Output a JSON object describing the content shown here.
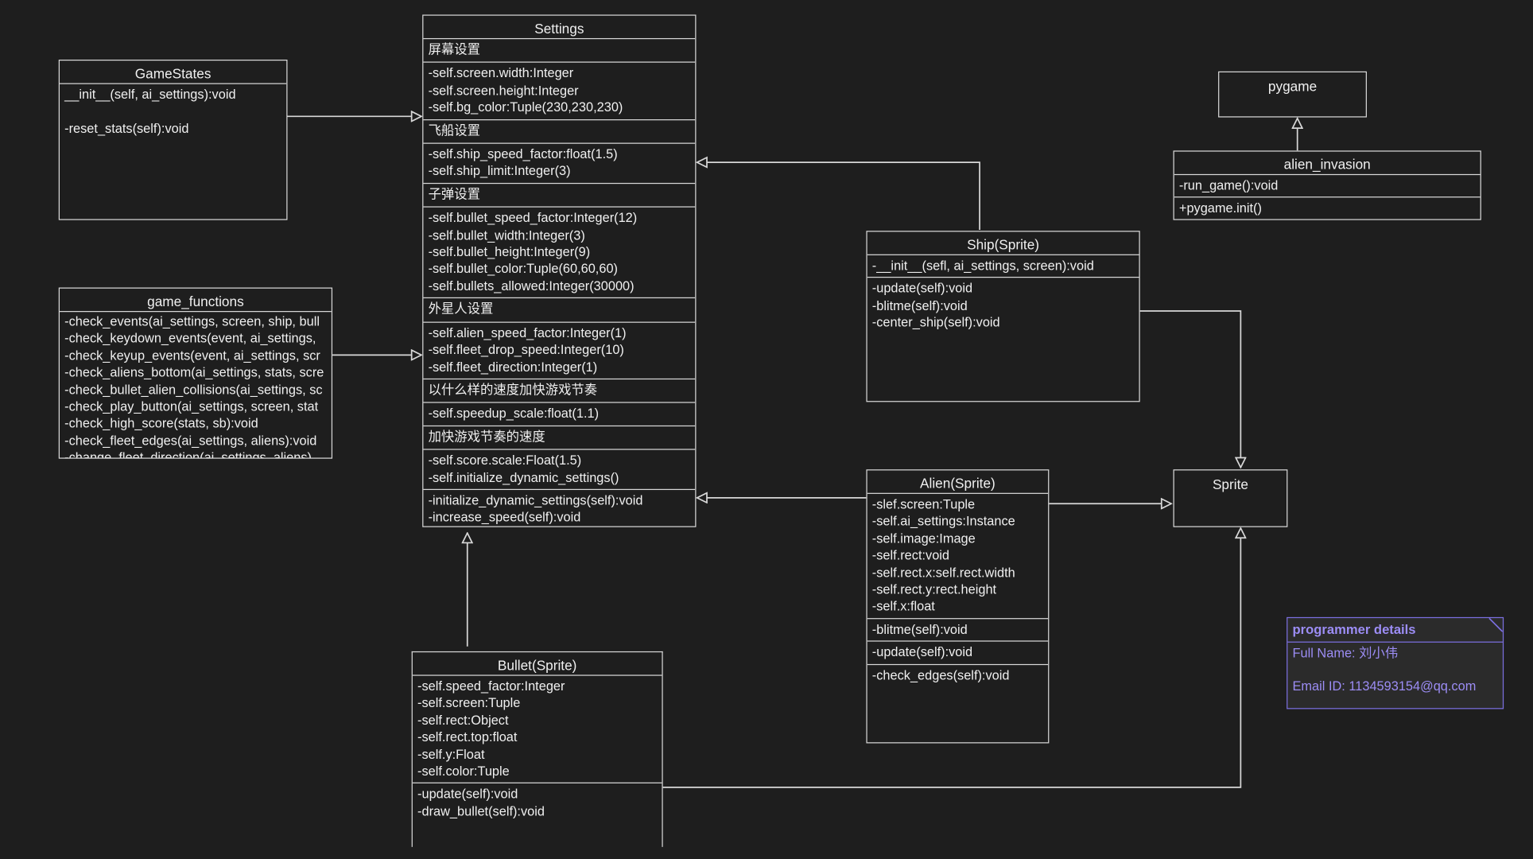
{
  "settings": {
    "title": "Settings",
    "sections": [
      {
        "header": "屏幕设置"
      },
      {
        "lines": [
          "-self.screen.width:Integer",
          "-self.screen.height:Integer",
          "-self.bg_color:Tuple(230,230,230)"
        ]
      },
      {
        "header": "飞船设置"
      },
      {
        "lines": [
          "-self.ship_speed_factor:float(1.5)",
          "-self.ship_limit:Integer(3)"
        ]
      },
      {
        "header": "子弹设置"
      },
      {
        "lines": [
          "-self.bullet_speed_factor:Integer(12)",
          "-self.bullet_width:Integer(3)",
          "-self.bullet_height:Integer(9)",
          "-self.bullet_color:Tuple(60,60,60)",
          "-self.bullets_allowed:Integer(30000)"
        ]
      },
      {
        "header": "外星人设置"
      },
      {
        "lines": [
          "-self.alien_speed_factor:Integer(1)",
          "-self.fleet_drop_speed:Integer(10)",
          "-self.fleet_direction:Integer(1)"
        ]
      },
      {
        "header": "以什么样的速度加快游戏节奏"
      },
      {
        "lines": [
          "-self.speedup_scale:float(1.1)"
        ]
      },
      {
        "header": "加快游戏节奏的速度"
      },
      {
        "lines": [
          "-self.score.scale:Float(1.5)",
          "-self.initialize_dynamic_settings()"
        ]
      },
      {
        "lines": [
          "-initialize_dynamic_settings(self):void",
          "-increase_speed(self):void"
        ]
      }
    ]
  },
  "gamestates": {
    "title": "GameStates",
    "lines": [
      "__init__(self, ai_settings):void",
      "",
      "-reset_stats(self):void"
    ]
  },
  "game_functions": {
    "title": "game_functions",
    "lines": [
      "-check_events(ai_settings, screen, ship, bull",
      "-check_keydown_events(event, ai_settings,",
      "-check_keyup_events(event, ai_settings, scr",
      "-check_aliens_bottom(ai_settings, stats, scre",
      "-check_bullet_alien_collisions(ai_settings, sc",
      "-check_play_button(ai_settings, screen, stat",
      "-check_high_score(stats,  sb):void",
      "-check_fleet_edges(ai_settings, aliens):void",
      "-change_fleet_direction(ai_settings, aliens)"
    ]
  },
  "ship": {
    "title": "Ship(Sprite)",
    "sections": [
      {
        "lines": [
          "-__init__(sefl, ai_settings, screen):void"
        ]
      },
      {
        "lines": [
          "-update(self):void",
          "-blitme(self):void",
          "-center_ship(self):void"
        ]
      }
    ]
  },
  "alien": {
    "title": "Alien(Sprite)",
    "sections": [
      {
        "lines": [
          "-slef.screen:Tuple",
          "-self.ai_settings:Instance",
          "-self.image:Image",
          "-self.rect:void",
          "-self.rect.x:self.rect.width",
          "-self.rect.y:rect.height",
          "-self.x:float"
        ]
      },
      {
        "lines": [
          "-blitme(self):void"
        ]
      },
      {
        "lines": [
          "-update(self):void"
        ]
      },
      {
        "lines": [
          "-check_edges(self):void"
        ]
      }
    ]
  },
  "bullet": {
    "title": "Bullet(Sprite)",
    "sections": [
      {
        "lines": [
          "-self.speed_factor:Integer",
          "-self.screen:Tuple",
          "-self.rect:Object",
          "-self.rect.top:float",
          "-self.y:Float",
          "-self.color:Tuple"
        ]
      },
      {
        "lines": [
          "-update(self):void",
          "-draw_bullet(self):void"
        ]
      }
    ]
  },
  "pygame": {
    "title": "pygame"
  },
  "alien_invasion": {
    "title": "alien_invasion",
    "sections": [
      {
        "lines": [
          "-run_game():void"
        ]
      },
      {
        "lines": [
          "+pygame.init()"
        ]
      }
    ]
  },
  "sprite": {
    "title": "Sprite"
  },
  "note": {
    "title": "programmer details",
    "lines": [
      "Full Name: 刘小伟",
      "",
      "Email ID: 1134593154@qq.com"
    ]
  },
  "colors": {
    "background": "#1e1e1e",
    "line": "#d8d8d8",
    "note_border": "#7b6fe0",
    "note_text": "#9c8df5"
  }
}
